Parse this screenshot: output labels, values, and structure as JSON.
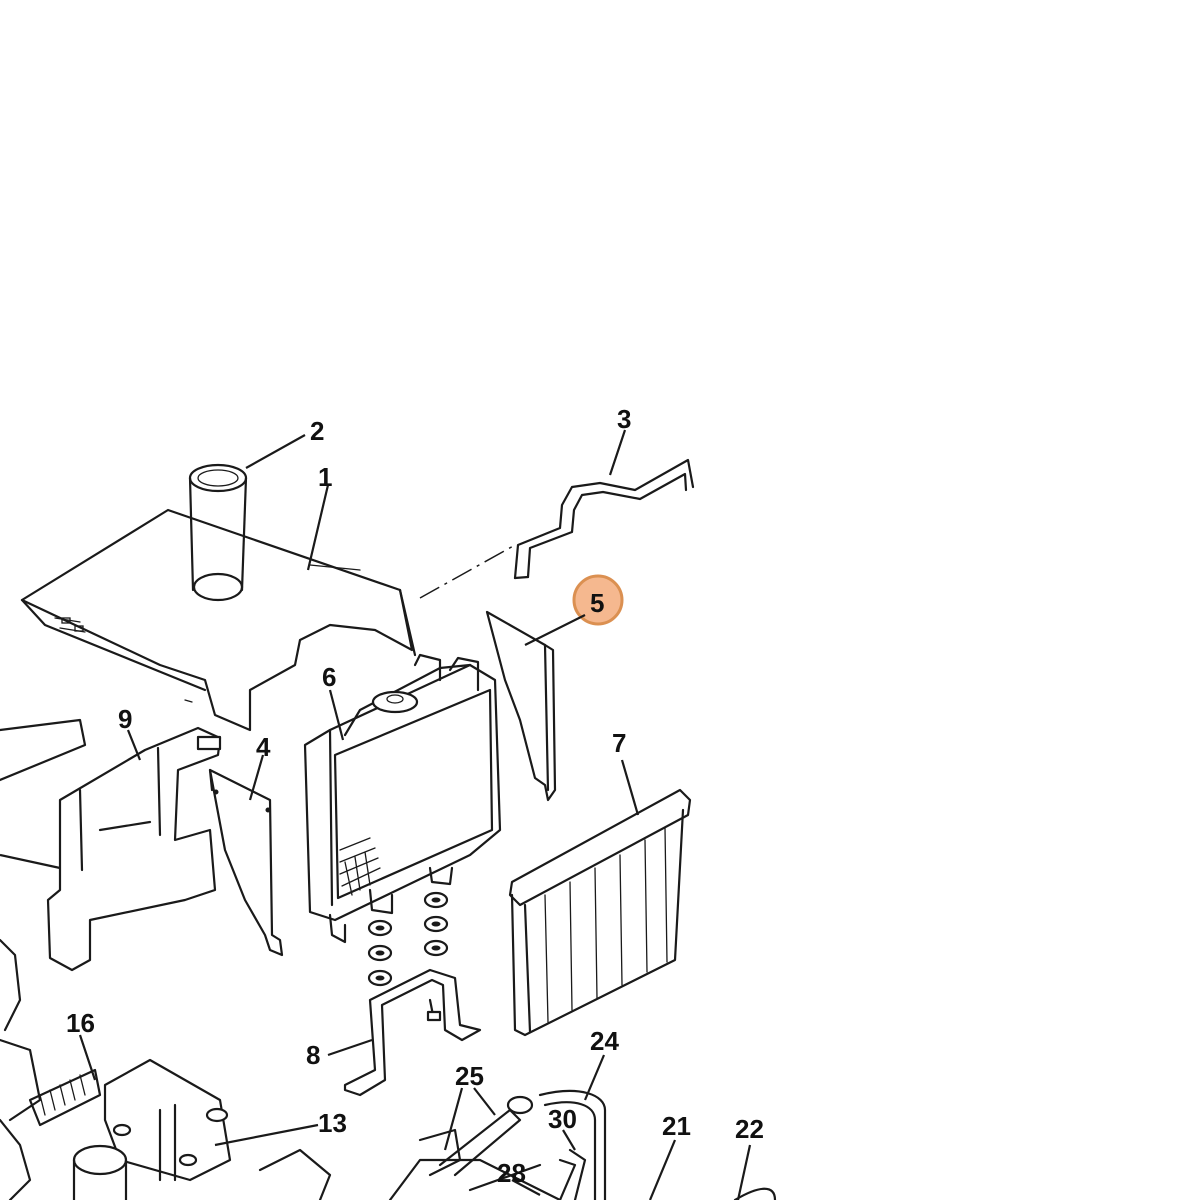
{
  "highlight": {
    "callout": "5",
    "fill_color": "#f4b183",
    "stroke_color": "#d8843f"
  },
  "callouts": [
    {
      "id": "c1",
      "label": "1"
    },
    {
      "id": "c2",
      "label": "2"
    },
    {
      "id": "c3",
      "label": "3"
    },
    {
      "id": "c4",
      "label": "4"
    },
    {
      "id": "c5",
      "label": "5"
    },
    {
      "id": "c6",
      "label": "6"
    },
    {
      "id": "c7",
      "label": "7"
    },
    {
      "id": "c8",
      "label": "8"
    },
    {
      "id": "c9",
      "label": "9"
    },
    {
      "id": "c13",
      "label": "13"
    },
    {
      "id": "c16",
      "label": "16"
    },
    {
      "id": "c21",
      "label": "21"
    },
    {
      "id": "c22",
      "label": "22"
    },
    {
      "id": "c24",
      "label": "24"
    },
    {
      "id": "c25",
      "label": "25"
    },
    {
      "id": "c28",
      "label": "28"
    },
    {
      "id": "c30",
      "label": "30"
    }
  ]
}
